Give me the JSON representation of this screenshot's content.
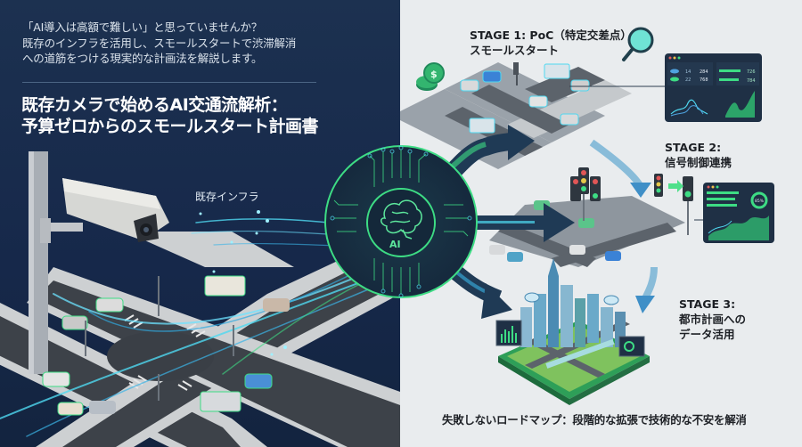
{
  "intro": {
    "lines": [
      "「AI導入は高額で難しい」と思っていませんか？",
      "既存のインフラを活用し、スモールスタートで渋滞解消",
      "への道筋をつける現実的な計画法を解説します。"
    ]
  },
  "title": {
    "line1": "既存カメラで始めるAI交通流解析：",
    "line2": "予算ゼロからのスモールスタート計画書"
  },
  "infra_label": "既存インフラ",
  "ai_hub": {
    "label": "AI"
  },
  "stages": [
    {
      "heading": "STAGE 1: PoC（特定交差点）",
      "subheading": "スモールスタート"
    },
    {
      "heading": "STAGE 2:",
      "subheading": "信号制御連携"
    },
    {
      "heading": "STAGE 3:",
      "subheading": "都市計画への",
      "subheading2": "データ活用"
    }
  ],
  "dashboard1": {
    "rows": [
      [
        "14",
        "284"
      ],
      [
        "22",
        "768"
      ]
    ],
    "bars": [
      "726",
      "784"
    ]
  },
  "dashboard2": {
    "donut": "85%"
  },
  "footer": "失敗しないロードマップ：段階的な拡張で技術的な不安を解消",
  "colors": {
    "left_bg": "#1b2f4d",
    "right_bg": "#e9ecee",
    "accent_green": "#3ddc84",
    "accent_cyan": "#4fd8f0",
    "arrow_navy": "#1f3a55"
  }
}
